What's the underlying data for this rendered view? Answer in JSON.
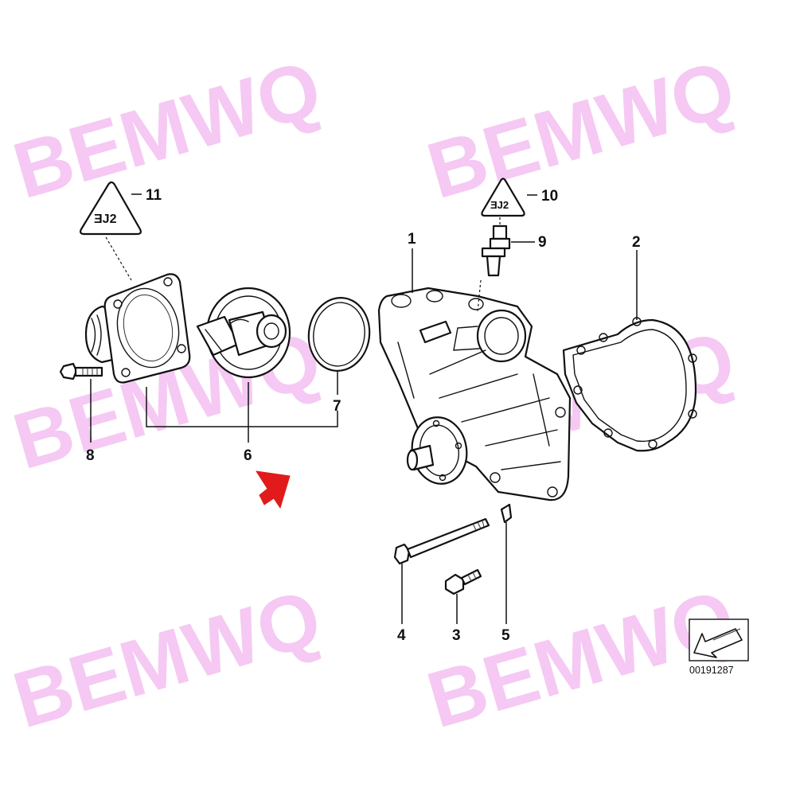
{
  "watermark": {
    "text": "BEMWQ",
    "color": "#f2b8f0"
  },
  "callouts": {
    "c1": "1",
    "c2": "2",
    "c3": "3",
    "c4": "4",
    "c5": "5",
    "c6": "6",
    "c7": "7",
    "c8": "8",
    "c9": "9",
    "c10": "10",
    "c11": "11"
  },
  "diagram_ref": "00191287",
  "accent_color": "#e11b1b",
  "icons": [
    "warning-triangle-icon",
    "red-arrow-icon",
    "direction-arrow-icon"
  ]
}
